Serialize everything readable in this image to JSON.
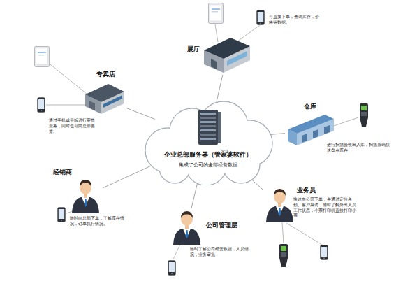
{
  "diagram": {
    "nodes": [
      {
        "text": [
          "展厅",
          "可直接下单，查询库存，价格等数据。"
        ]
      },
      {
        "text": [
          "专卖店",
          "通过手机或平板进行零售业务，同时也可向总部要货。"
        ]
      },
      {
        "text": [
          "仓库",
          "进行扫描验收出入库，扫描条码快速盘点库存"
        ]
      },
      {
        "text": [
          "企业总部服务器（管家婆软件）",
          "集成了公司的全部经营数据"
        ]
      },
      {
        "text": [
          "经销商",
          "随时向总部下单，了解库存情况，订单执行情况。"
        ]
      },
      {
        "text": [
          "业务员",
          "快速向公司下单，并通过定位考勤、客户拜访，随时了解外出人员工作状态，小票打印机直接打印小票"
        ]
      },
      {
        "text": [
          "公司管理层",
          "随时了解公司经营数据，人员情况，业务审批"
        ]
      }
    ],
    "edges": [
      {
        "from": 3,
        "to": 0,
        "arrow": "none"
      },
      {
        "from": 3,
        "to": 1,
        "arrow": "none"
      },
      {
        "from": 3,
        "to": 2,
        "arrow": "none"
      },
      {
        "from": 3,
        "to": 4,
        "arrow": "none"
      },
      {
        "from": 3,
        "to": 5,
        "arrow": "none"
      },
      {
        "from": 3,
        "to": 6,
        "arrow": "none"
      }
    ]
  }
}
